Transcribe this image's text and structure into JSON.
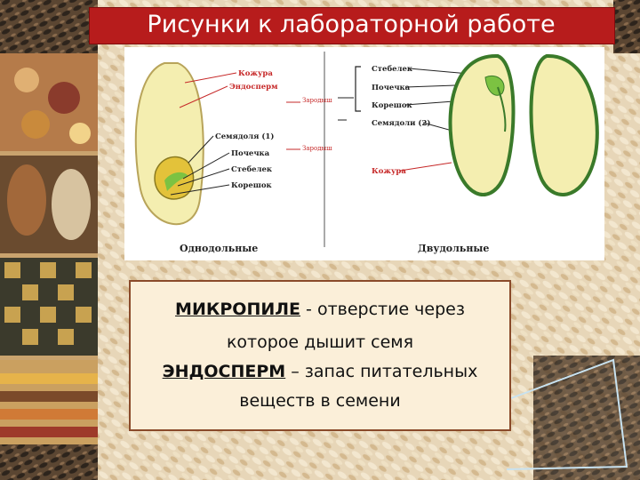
{
  "title": "Рисунки к лабораторной работе",
  "figure": {
    "mono": {
      "caption": "Однодольные",
      "labels": [
        "Кожура",
        "Эндосперм",
        "Семядоля (1)",
        "Почечка",
        "Стебелек",
        "Корешок"
      ]
    },
    "center": {
      "top": "Зародыш",
      "bottom": "Зародыш"
    },
    "di": {
      "caption": "Двудольные",
      "labels": [
        "Стебелек",
        "Почечка",
        "Корешок",
        "Семядоли (2)",
        "Кожура"
      ]
    }
  },
  "note": {
    "term1": "МИКРОПИЛЕ",
    "def1a": " - отверстие через",
    "def1b": "которое дышит семя",
    "term2": "ЭНДОСПЕРМ",
    "def2a": " – запас питательных",
    "def2b": "веществ в семени"
  },
  "colors": {
    "title_bg": "#b71c1c",
    "label_red": "#c62828",
    "seed_fill": "#f4eeb0",
    "embryo_green": "#7cc242"
  }
}
